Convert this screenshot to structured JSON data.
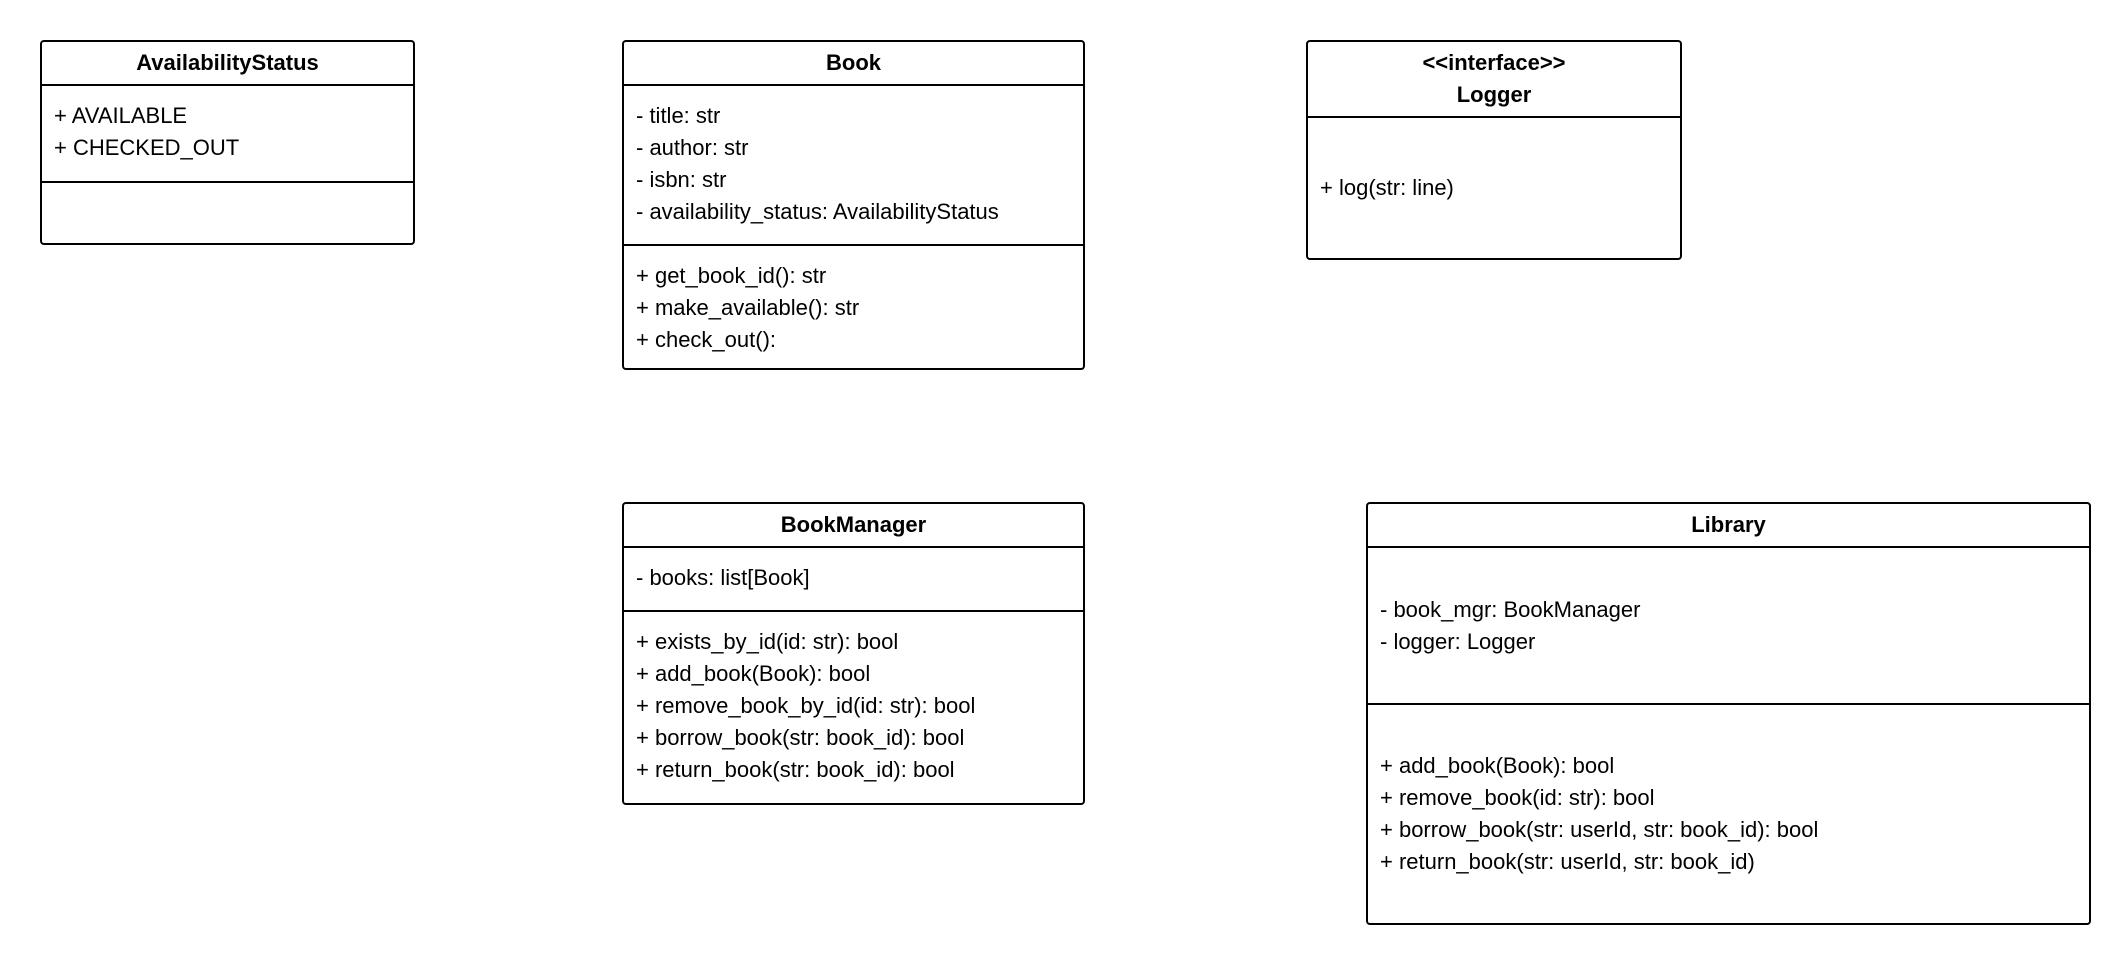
{
  "classes": {
    "availability_status": {
      "name": "AvailabilityStatus",
      "attributes": [
        "+ AVAILABLE",
        "+ CHECKED_OUT"
      ],
      "operations": []
    },
    "book": {
      "name": "Book",
      "attributes": [
        "- title: str",
        "- author: str",
        "- isbn: str",
        "- availability_status: AvailabilityStatus"
      ],
      "operations": [
        "+ get_book_id(): str",
        "+ make_available(): str",
        "+ check_out():"
      ]
    },
    "logger": {
      "stereotype": "<<interface>>",
      "name": "Logger",
      "operations": [
        "+ log(str: line)"
      ]
    },
    "book_manager": {
      "name": "BookManager",
      "attributes": [
        "- books: list[Book]"
      ],
      "operations": [
        "+ exists_by_id(id: str): bool",
        "+ add_book(Book): bool",
        "+ remove_book_by_id(id: str): bool",
        "+ borrow_book(str: book_id): bool",
        "+ return_book(str: book_id): bool"
      ]
    },
    "library": {
      "name": "Library",
      "attributes": [
        "- book_mgr: BookManager",
        "- logger: Logger"
      ],
      "operations": [
        "+ add_book(Book): bool",
        "+ remove_book(id: str): bool",
        "+ borrow_book(str: userId, str: book_id): bool",
        "+ return_book(str: userId, str: book_id)"
      ]
    }
  }
}
